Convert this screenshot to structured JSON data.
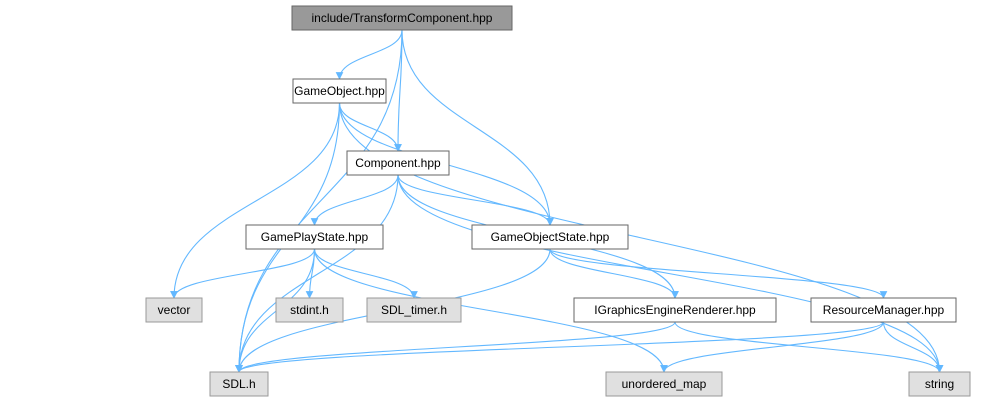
{
  "colors": {
    "edge": "#63b8ff",
    "root_fill": "#999999",
    "project_fill": "#ffffff",
    "system_fill": "#e0e0e0"
  },
  "nodes": [
    {
      "id": "root",
      "label": "include/TransformComponent.hpp",
      "kind": "root"
    },
    {
      "id": "gameobject",
      "label": "GameObject.hpp",
      "kind": "project"
    },
    {
      "id": "component",
      "label": "Component.hpp",
      "kind": "project"
    },
    {
      "id": "gameplaystate",
      "label": "GamePlayState.hpp",
      "kind": "project"
    },
    {
      "id": "gameobjectstate",
      "label": "GameObjectState.hpp",
      "kind": "project"
    },
    {
      "id": "vector",
      "label": "vector",
      "kind": "system"
    },
    {
      "id": "stdint",
      "label": "stdint.h",
      "kind": "system"
    },
    {
      "id": "sdltimer",
      "label": "SDL_timer.h",
      "kind": "system"
    },
    {
      "id": "igraphics",
      "label": "IGraphicsEngineRenderer.hpp",
      "kind": "project"
    },
    {
      "id": "resourcemanager",
      "label": "ResourceManager.hpp",
      "kind": "project"
    },
    {
      "id": "sdl",
      "label": "SDL.h",
      "kind": "system"
    },
    {
      "id": "unorderedmap",
      "label": "unordered_map",
      "kind": "system"
    },
    {
      "id": "string",
      "label": "string",
      "kind": "system"
    }
  ],
  "edges": [
    [
      "root",
      "gameobject"
    ],
    [
      "root",
      "component"
    ],
    [
      "root",
      "gameobjectstate"
    ],
    [
      "root",
      "sdl"
    ],
    [
      "gameobject",
      "component"
    ],
    [
      "gameobject",
      "gameobjectstate"
    ],
    [
      "gameobject",
      "vector"
    ],
    [
      "gameobject",
      "sdl"
    ],
    [
      "gameobject",
      "string"
    ],
    [
      "component",
      "gameplaystate"
    ],
    [
      "component",
      "gameobjectstate"
    ],
    [
      "component",
      "igraphics"
    ],
    [
      "component",
      "sdl"
    ],
    [
      "component",
      "string"
    ],
    [
      "gameplaystate",
      "vector"
    ],
    [
      "gameplaystate",
      "stdint"
    ],
    [
      "gameplaystate",
      "sdltimer"
    ],
    [
      "gameplaystate",
      "sdl"
    ],
    [
      "gameplaystate",
      "unorderedmap"
    ],
    [
      "gameobjectstate",
      "igraphics"
    ],
    [
      "gameobjectstate",
      "resourcemanager"
    ],
    [
      "gameobjectstate",
      "sdl"
    ],
    [
      "igraphics",
      "sdl"
    ],
    [
      "igraphics",
      "string"
    ],
    [
      "resourcemanager",
      "sdl"
    ],
    [
      "resourcemanager",
      "unorderedmap"
    ],
    [
      "resourcemanager",
      "string"
    ]
  ]
}
